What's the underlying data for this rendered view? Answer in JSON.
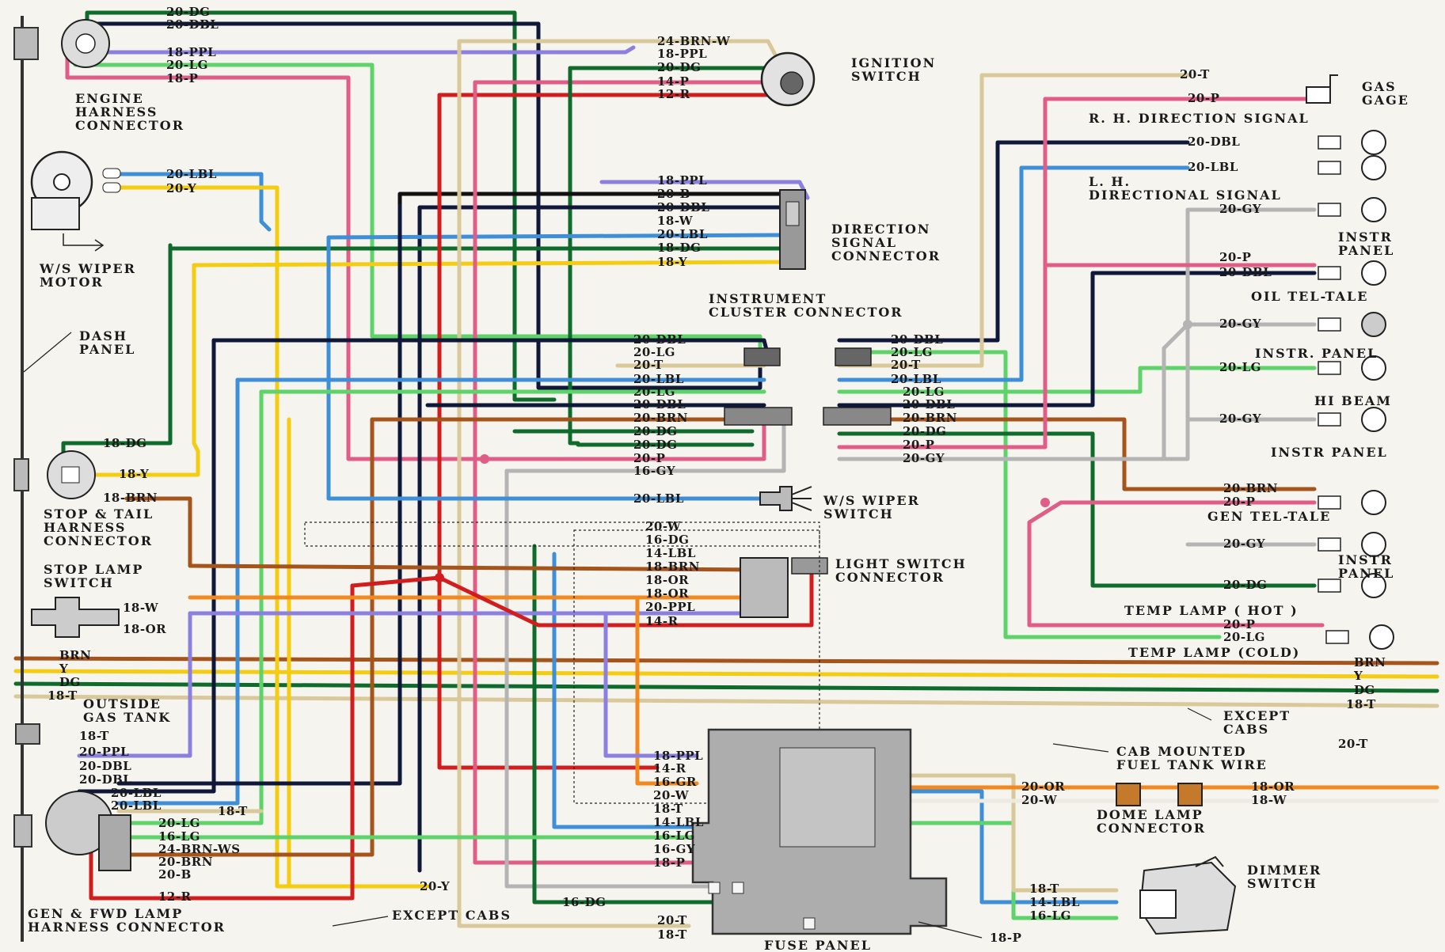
{
  "colors": {
    "DG": "#0f6b2c",
    "DBL": "#10183a",
    "LG": "#5ed36a",
    "LBL": "#3f8fd8",
    "PPL": "#8b7fe0",
    "P": "#df5d86",
    "R": "#d11d1d",
    "Y": "#f4cc12",
    "T": "#d8c89a",
    "BRN": "#a5541c",
    "OR": "#f08a20",
    "GY": "#b4b4b4",
    "W": "#eceae2",
    "B": "#111111",
    "panel": "#a9a9a9"
  },
  "components": {
    "engine_harness": "ENGINE\nHARNESS\nCONNECTOR",
    "ws_wiper_motor": "W/S WIPER\nMOTOR",
    "dash_panel": "DASH\nPANEL",
    "stop_tail": "STOP & TAIL\nHARNESS\nCONNECTOR",
    "stop_lamp_switch": "STOP LAMP\nSWITCH",
    "outside_gas_tank": "OUTSIDE\nGAS TANK",
    "gen_fwd_lamp": "GEN & FWD LAMP\nHARNESS CONNECTOR",
    "except_cabs_bottom": "EXCEPT CABS",
    "ignition_switch": "IGNITION\nSWITCH",
    "direction_signal": "DIRECTION\nSIGNAL\nCONNECTOR",
    "instrument_cluster": "INSTRUMENT\nCLUSTER CONNECTOR",
    "ws_wiper_switch": "W/S WIPER\nSWITCH",
    "light_switch": "LIGHT SWITCH\nCONNECTOR",
    "fuse_panel": "FUSE PANEL",
    "cab_fuel_tank": "CAB MOUNTED\nFUEL TANK WIRE",
    "dome_lamp": "DOME LAMP\nCONNECTOR",
    "dimmer_switch": "DIMMER\nSWITCH",
    "except_cabs_right": "EXCEPT\nCABS",
    "gas_gage": "GAS\nGAGE",
    "rh_direction": "R. H. DIRECTION SIGNAL",
    "lh_direction": "L. H.\nDIRECTIONAL SIGNAL",
    "instr_panel_1": "INSTR\nPANEL",
    "oil_tel_tale": "OIL TEL-TALE",
    "instr_panel_2": "INSTR. PANEL",
    "hi_beam": "HI BEAM",
    "instr_panel_3": "INSTR PANEL",
    "gen_tel_tale": "GEN TEL-TALE",
    "instr_panel_4": "INSTR\nPANEL",
    "temp_hot": "TEMP LAMP ( HOT )",
    "temp_cold": "TEMP LAMP (COLD)"
  },
  "wire_labels": {
    "eng_dg": "20-DG",
    "eng_dbl": "20-DBL",
    "eng_ppl": "18-PPL",
    "eng_lg": "20-LG",
    "eng_p": "18-P",
    "wip_lbl": "20-LBL",
    "wip_y": "20-Y",
    "ign_brnw": "24-BRN-W",
    "ign_ppl": "18-PPL",
    "ign_dg": "20-DG",
    "ign_p": "14-P",
    "ign_r": "12-R",
    "ds_ppl": "18-PPL",
    "ds_b": "20-B",
    "ds_dbl": "20-DBL",
    "ds_w": "18-W",
    "ds_lbl": "20-LBL",
    "ds_dg": "18-DG",
    "ds_y": "18-Y",
    "icl_dbl": "20-DBL",
    "icl_lg": "20-LG",
    "icl_t": "20-T",
    "icl_lbl": "20-LBL",
    "icl_lg2": "20-LG",
    "icl_dbl2": "20-DBL",
    "icl_brn": "20-BRN",
    "icl_dg": "20-DG",
    "icl_dg2": "20-DG",
    "icl_p": "20-P",
    "icl_gy": "16-GY",
    "icr_dbl": "20-DBL",
    "icr_lg": "20-LG",
    "icr_t": "20-T",
    "icr_lbl": "20-LBL",
    "icr_lg2": "20-LG",
    "icr_dbl2": "20-DBL",
    "icr_brn": "20-BRN",
    "icr_dg": "20-DG",
    "icr_p": "20-P",
    "icr_gy": "20-GY",
    "wsw_lbl": "20-LBL",
    "ls_w": "20-W",
    "ls_dg": "16-DG",
    "ls_lbl": "14-LBL",
    "ls_brn": "18-BRN",
    "ls_or": "18-OR",
    "ls_or2": "18-OR",
    "ls_ppl": "20-PPL",
    "ls_r": "14-R",
    "st_dg": "18-DG",
    "st_y": "18-Y",
    "st_brn": "18-BRN",
    "sl_w": "18-W",
    "sl_or": "18-OR",
    "bus_brn": "BRN",
    "bus_y": "Y",
    "bus_dg": "DG",
    "bus_t": "18-T",
    "ogt_t": "18-T",
    "gf_ppl": "20-PPL",
    "gf_dbl": "20-DBL",
    "gf_dbl2": "20-DBL",
    "gf_lbl": "20-LBL",
    "gf_lbl2": "20-LBL",
    "gf_t": "18-T",
    "gf_lg": "20-LG",
    "gf_lg2": "16-LG",
    "gf_brnws": "24-BRN-WS",
    "gf_brn": "20-BRN",
    "gf_b": "20-B",
    "gf_r": "12-R",
    "bot_y": "20-Y",
    "bot_dg": "16-DG",
    "fp_ppl": "18-PPL",
    "fp_r": "14-R",
    "fp_gr": "16-GR",
    "fp_w": "20-W",
    "fp_t": "18-T",
    "fp_lbl": "14-LBL",
    "fp_lg": "16-LG",
    "fp_gy": "16-GY",
    "fp_p": "18-P",
    "fp_t2": "20-T",
    "fp_t3": "18-T",
    "fp_p2": "18-P",
    "dome_or": "20-OR",
    "dome_w": "20-W",
    "dome_or2": "18-OR",
    "dome_w2": "18-W",
    "dim_t": "18-T",
    "dim_lbl": "14-LBL",
    "dim_lg": "16-LG",
    "rb_brn": "BRN",
    "rb_y": "Y",
    "rb_dg": "DG",
    "rb_t": "18-T",
    "rb_t2": "20-T",
    "gg_t": "20-T",
    "gg_p": "20-P",
    "rh_dbl": "20-DBL",
    "lh_lbl": "20-LBL",
    "ip1_gy": "20-GY",
    "oil_p": "20-P",
    "oil_dbl": "20-DBL",
    "ip2_gy": "20-GY",
    "hb_lg": "20-LG",
    "ip3_gy": "20-GY",
    "gen_brn": "20-BRN",
    "gen_p": "20-P",
    "ip4_gy": "20-GY",
    "hot_dg": "20-DG",
    "cold_p": "20-P",
    "cold_lg": "20-LG"
  }
}
